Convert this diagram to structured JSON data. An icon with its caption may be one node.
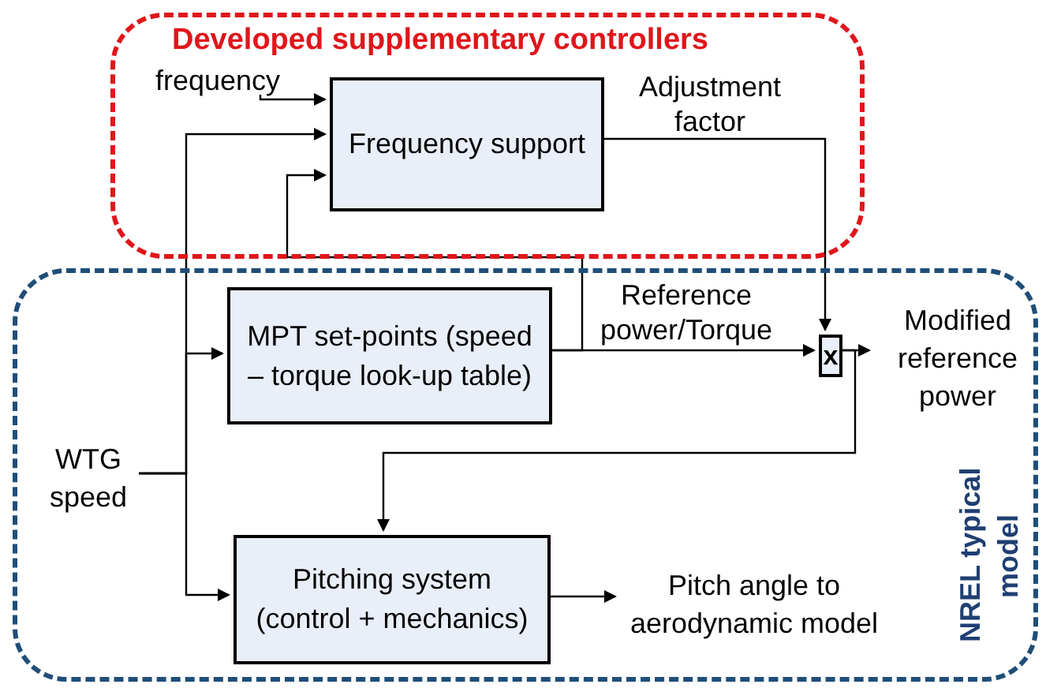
{
  "diagram": {
    "nodes": [
      {
        "text": [
          "Developed supplementary controllers"
        ]
      },
      {
        "text": [
          "frequency"
        ],
        "in": 0
      },
      {
        "text": [
          "Frequency support"
        ],
        "in": 0
      },
      {
        "text": [
          "NREL typical model"
        ]
      },
      {
        "text": [
          "WTG speed"
        ],
        "in": 3
      },
      {
        "text": [
          "MPT set-points (speed – torque look-up table)"
        ],
        "in": 3
      },
      {
        "text": [
          "x"
        ],
        "in": 3
      },
      {
        "text": [
          "Pitching system (control + mechanics)"
        ],
        "in": 3
      },
      {
        "text": [
          "Pitch angle to aerodynamic model"
        ],
        "in": 3
      },
      {
        "text": [
          "Modified reference power"
        ],
        "in": 3
      }
    ],
    "edges": [
      {
        "from": 1,
        "to": 2,
        "arrow": "to"
      },
      {
        "from": 4,
        "to": 2,
        "arrow": "to"
      },
      {
        "from": 4,
        "to": 5,
        "arrow": "to"
      },
      {
        "from": 4,
        "to": 7,
        "arrow": "to"
      },
      {
        "from": 5,
        "to": 2,
        "arrow": "to"
      },
      {
        "from": 5,
        "to": 6,
        "arrow": "to",
        "label": "Reference power/Torque"
      },
      {
        "from": 2,
        "to": 6,
        "arrow": "to",
        "label": "Adjustment factor"
      },
      {
        "from": 6,
        "to": 9,
        "arrow": "to"
      },
      {
        "from": 6,
        "to": 7,
        "arrow": "to"
      },
      {
        "from": 7,
        "to": 8,
        "arrow": "to"
      }
    ]
  }
}
